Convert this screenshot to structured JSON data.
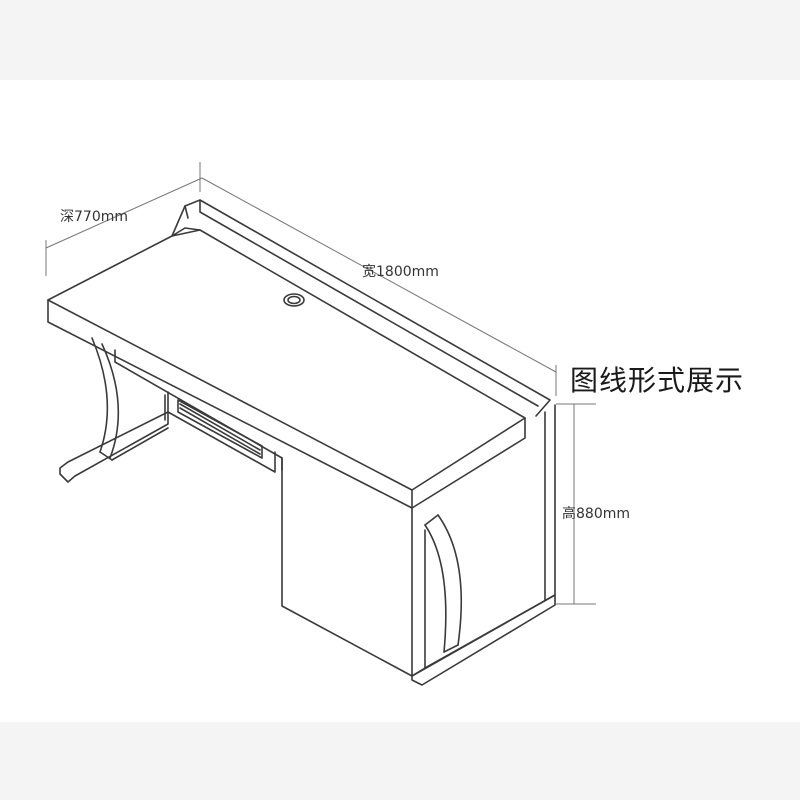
{
  "caption": "图线形式展示",
  "dimensions": {
    "depth": "深770mm",
    "width": "宽1800mm",
    "height": "高880mm"
  },
  "colors": {
    "line": "#3a3a3a",
    "dim_line": "#777777",
    "background": "#ffffff",
    "band": "#f4f4f4"
  }
}
